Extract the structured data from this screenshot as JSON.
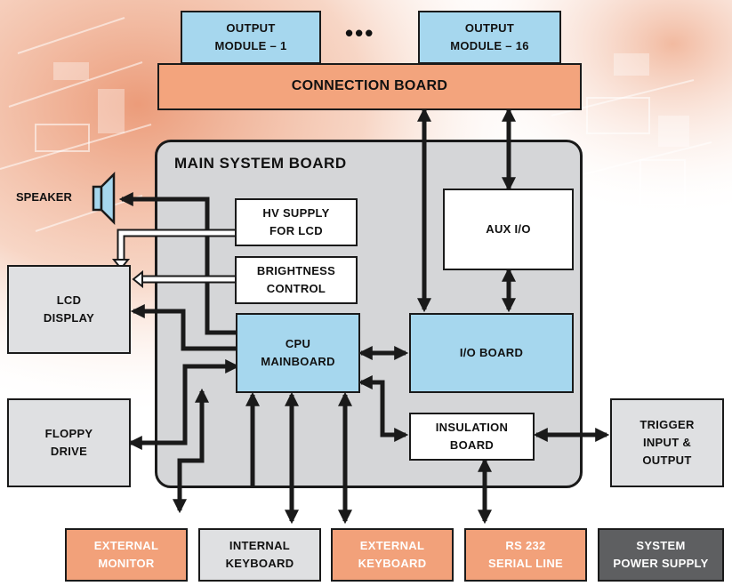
{
  "diagram": {
    "main_board_title": "MAIN SYSTEM BOARD",
    "speaker_label": "SPEAKER",
    "ellipsis": "•••",
    "boxes": {
      "output_module_1": "OUTPUT\nMODULE – 1",
      "output_module_16": "OUTPUT\nMODULE – 16",
      "connection_board": "CONNECTION BOARD",
      "hv_supply": "HV SUPPLY\nFOR LCD",
      "brightness_control": "BRIGHTNESS\nCONTROL",
      "aux_io": "AUX I/O",
      "lcd_display": "LCD\nDISPLAY",
      "cpu_mainboard": "CPU\nMAINBOARD",
      "io_board": "I/O BOARD",
      "insulation_board": "INSULATION\nBOARD",
      "floppy_drive": "FLOPPY\nDRIVE",
      "trigger_io": "TRIGGER\nINPUT &\nOUTPUT",
      "external_monitor": "EXTERNAL\nMONITOR",
      "internal_keyboard": "INTERNAL\nKEYBOARD",
      "external_keyboard": "EXTERNAL\nKEYBOARD",
      "rs232": "RS 232\nSERIAL LINE",
      "system_power_supply": "SYSTEM\nPOWER SUPPLY"
    },
    "colors": {
      "blue_box": "#a6d7ee",
      "orange_box": "#f3a47d",
      "grey_box": "#dfe0e2",
      "main_board": "#d5d6d8",
      "dark_box": "#5e5f61",
      "line": "#1a1a1a"
    }
  }
}
